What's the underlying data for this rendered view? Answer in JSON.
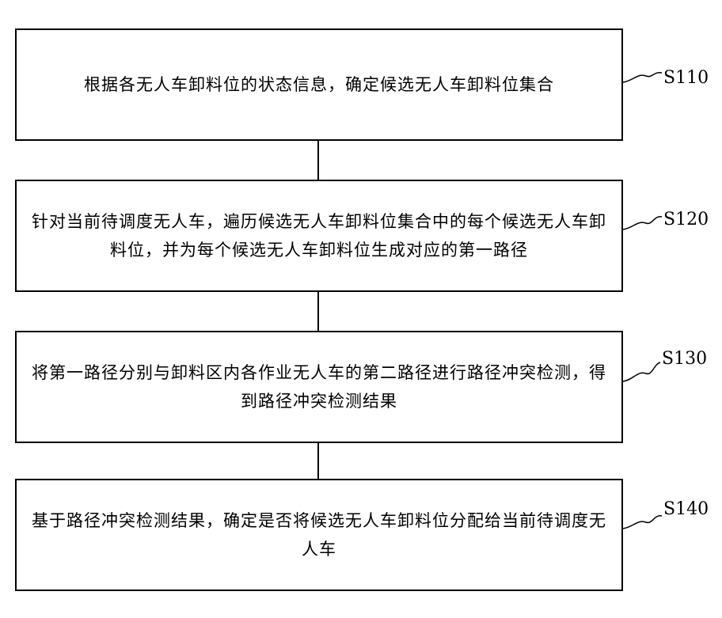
{
  "steps": [
    {
      "id": "S110",
      "text": "根据各无人车卸料位的状态信息，确定候选无人车卸料位集合"
    },
    {
      "id": "S120",
      "text": "针对当前待调度无人车，遍历候选无人车卸料位集合中的每个候选无人车卸料位，并为每个候选无人车卸料位生成对应的第一路径"
    },
    {
      "id": "S130",
      "text": "将第一路径分别与卸料区内各作业无人车的第二路径进行路径冲突检测，得到路径冲突检测结果"
    },
    {
      "id": "S140",
      "text": "基于路径冲突检测结果，确定是否将候选无人车卸料位分配给当前待调度无人车"
    }
  ]
}
